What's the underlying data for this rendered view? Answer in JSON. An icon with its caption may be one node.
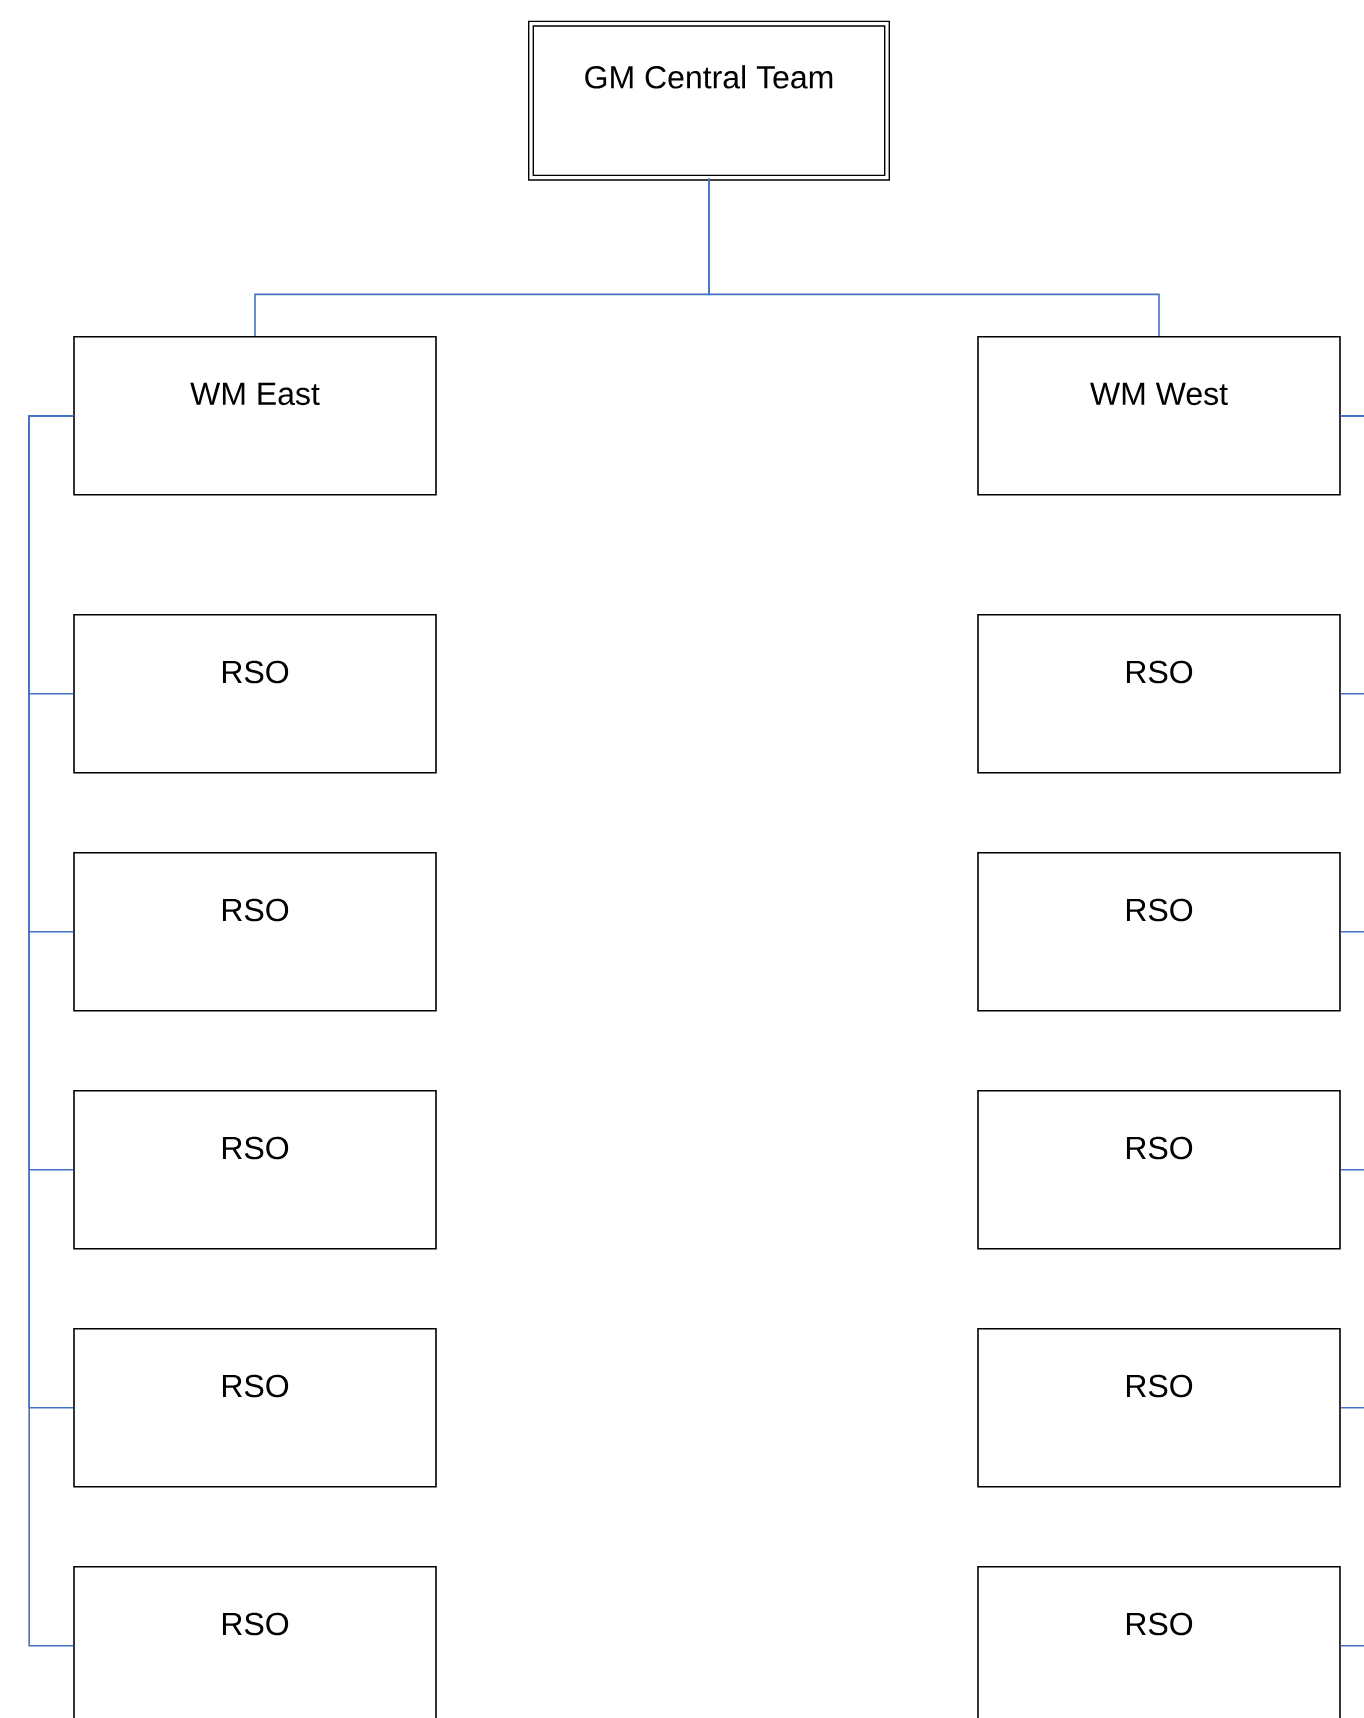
{
  "diagram": {
    "nodes": [
      {
        "text": [
          "GM Central Team"
        ]
      },
      {
        "text": [
          "WM East"
        ]
      },
      {
        "text": [
          "WM West"
        ]
      },
      {
        "text": [
          "RSO"
        ]
      },
      {
        "text": [
          "RSO"
        ]
      },
      {
        "text": [
          "RSO"
        ]
      },
      {
        "text": [
          "RSO"
        ]
      },
      {
        "text": [
          "RSO"
        ]
      },
      {
        "text": [
          "RSO"
        ]
      },
      {
        "text": [
          "RSO"
        ]
      },
      {
        "text": [
          "RSO"
        ]
      },
      {
        "text": [
          "RSO"
        ]
      },
      {
        "text": [
          "RSO"
        ]
      }
    ],
    "edges": [
      {
        "from": 0,
        "to": 1,
        "arrow": "none"
      },
      {
        "from": 0,
        "to": 2,
        "arrow": "none"
      },
      {
        "from": 1,
        "to": 3,
        "arrow": "none"
      },
      {
        "from": 1,
        "to": 5,
        "arrow": "none"
      },
      {
        "from": 1,
        "to": 7,
        "arrow": "none"
      },
      {
        "from": 1,
        "to": 9,
        "arrow": "none"
      },
      {
        "from": 1,
        "to": 11,
        "arrow": "none"
      },
      {
        "from": 2,
        "to": 4,
        "arrow": "none"
      },
      {
        "from": 2,
        "to": 6,
        "arrow": "none"
      },
      {
        "from": 2,
        "to": 8,
        "arrow": "none"
      },
      {
        "from": 2,
        "to": 10,
        "arrow": "none"
      },
      {
        "from": 2,
        "to": 12,
        "arrow": "none"
      }
    ]
  }
}
